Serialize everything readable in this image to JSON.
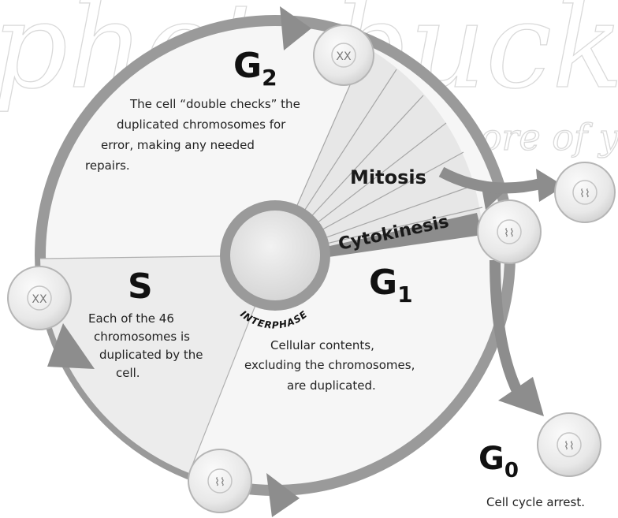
{
  "watermark": {
    "line1": "photobucket",
    "line2": "Protect more of your memories for less!"
  },
  "phases": {
    "g2": {
      "letter": "G",
      "subscript": "2",
      "description": [
        "The cell “double checks” the",
        "duplicated chromosomes for",
        "error, making any needed",
        "repairs."
      ]
    },
    "s": {
      "letter": "S",
      "description": [
        "Each of the 46",
        "chromosomes is",
        "duplicated by the",
        "cell."
      ]
    },
    "g1": {
      "letter": "G",
      "subscript": "1",
      "description": [
        "Cellular contents,",
        "excluding the chromosomes,",
        "are duplicated."
      ]
    },
    "g0": {
      "letter": "G",
      "subscript": "0",
      "description": "Cell cycle arrest."
    }
  },
  "sections": {
    "mitosis": "Mitosis",
    "cytokinesis": "Cytokinesis",
    "interphase": "INTERPHASE"
  },
  "colors": {
    "ring": "#8f8f8f",
    "disc": "#f7f7f7",
    "wedge": "#e6e6e6",
    "cell_fill": "#ececec",
    "cell_stroke": "#b5b5b5"
  }
}
